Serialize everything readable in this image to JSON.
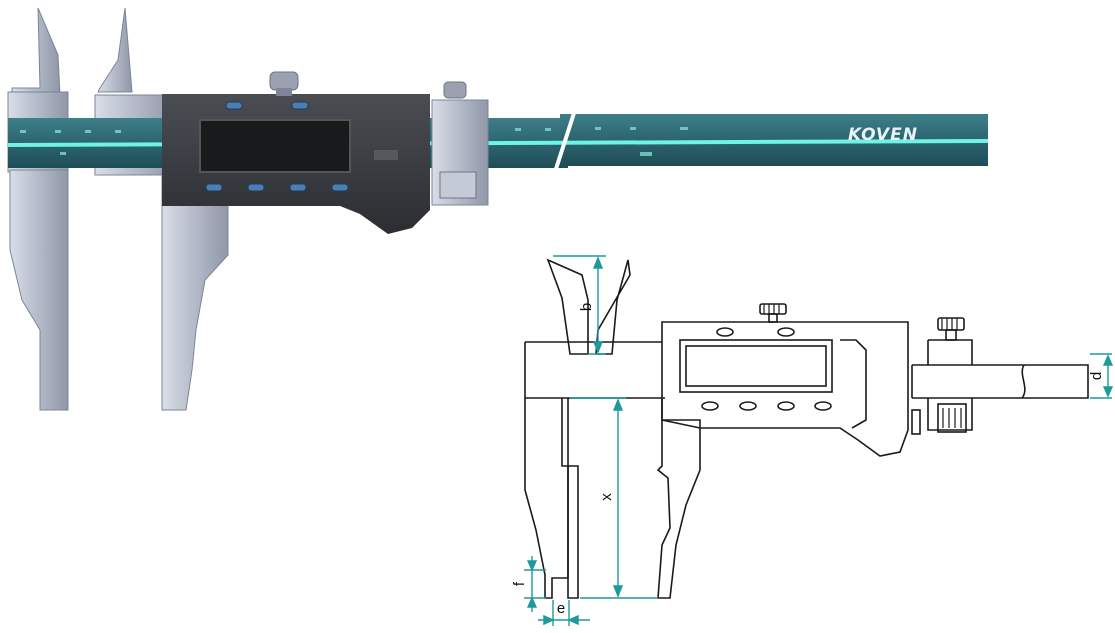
{
  "photo": {
    "brand": "KOVEN"
  },
  "drawing": {
    "dimensions": [
      {
        "key": "b",
        "label": "b"
      },
      {
        "key": "d",
        "label": "d"
      },
      {
        "key": "x",
        "label": "x"
      },
      {
        "key": "f",
        "label": "f"
      },
      {
        "key": "e",
        "label": "e"
      }
    ]
  },
  "colors": {
    "dimension_line": "#1f9a9a",
    "beam_teal": "#2f6d78",
    "beam_stripe": "#6ff3e4",
    "steel": "#b8bfcc",
    "housing": "#3c3f44",
    "outline": "#1a1a1a"
  }
}
